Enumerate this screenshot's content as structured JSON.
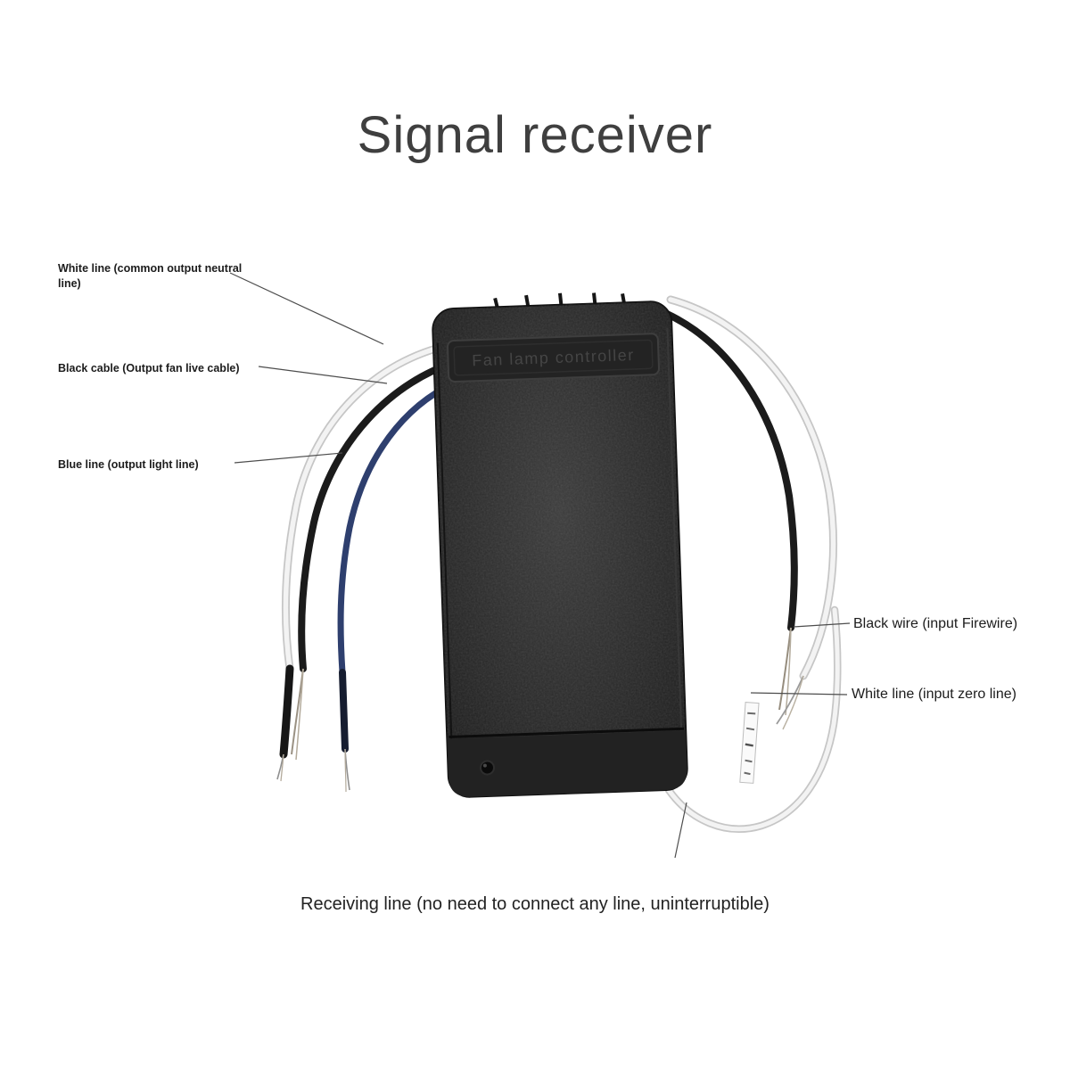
{
  "title": "Signal receiver",
  "device": {
    "plate_text": "Fan lamp controller"
  },
  "labels": {
    "white_output": "White line (common output neutral line)",
    "black_output": "Black cable (Output fan live cable)",
    "blue_output": "Blue line (output light line)",
    "black_input": "Black wire (input Firewire)",
    "white_input": "White line (input zero line)",
    "receiving": "Receiving line (no need to connect any line, uninterruptible)"
  },
  "colors": {
    "wire_white": "#f3f3f3",
    "wire_white_edge": "#c6c6c6",
    "wire_black": "#1b1b1b",
    "wire_blue": "#2e3f6e",
    "device_outline": "#0e0e0e",
    "leader": "#4d4d4d",
    "text": "#1c1c1c"
  }
}
